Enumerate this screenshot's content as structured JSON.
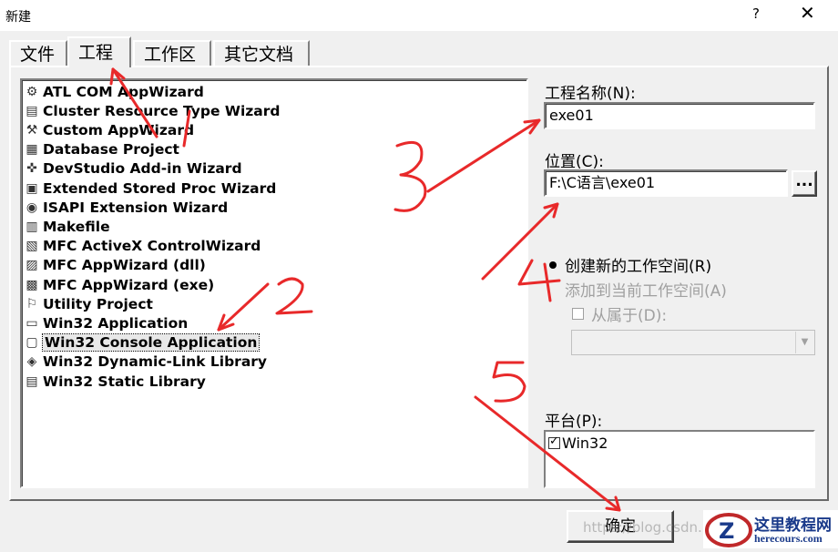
{
  "window": {
    "title": "新建",
    "help": "?",
    "close": "✕"
  },
  "tabs": [
    {
      "label": "文件",
      "active": false
    },
    {
      "label": "工程",
      "active": true
    },
    {
      "label": "工作区",
      "active": false
    },
    {
      "label": "其它文档",
      "active": false
    }
  ],
  "project_types": [
    {
      "label": "ATL COM AppWizard",
      "icon": "atl-icon"
    },
    {
      "label": "Cluster Resource Type Wizard",
      "icon": "cluster-icon"
    },
    {
      "label": "Custom AppWizard",
      "icon": "custom-appwizard-icon"
    },
    {
      "label": "Database Project",
      "icon": "database-icon"
    },
    {
      "label": "DevStudio Add-in Wizard",
      "icon": "addin-icon"
    },
    {
      "label": "Extended Stored Proc Wizard",
      "icon": "stored-proc-icon"
    },
    {
      "label": "ISAPI Extension Wizard",
      "icon": "globe-icon"
    },
    {
      "label": "Makefile",
      "icon": "makefile-icon"
    },
    {
      "label": "MFC ActiveX ControlWizard",
      "icon": "activex-icon"
    },
    {
      "label": "MFC AppWizard (dll)",
      "icon": "mfc-dll-icon"
    },
    {
      "label": "MFC AppWizard (exe)",
      "icon": "mfc-exe-icon"
    },
    {
      "label": "Utility Project",
      "icon": "utility-icon"
    },
    {
      "label": "Win32 Application",
      "icon": "win32-app-icon"
    },
    {
      "label": "Win32 Console Application",
      "icon": "console-icon",
      "selected": true
    },
    {
      "label": "Win32 Dynamic-Link Library",
      "icon": "dll-icon"
    },
    {
      "label": "Win32 Static Library",
      "icon": "static-lib-icon"
    }
  ],
  "project_name": {
    "label": "工程名称(N):",
    "value": "exe01"
  },
  "location": {
    "label": "位置(C):",
    "value": "F:\\C语言\\exe01",
    "browse": "..."
  },
  "workspace_options": {
    "create_new": "创建新的工作空间(R)",
    "add_current": "添加到当前工作空间(A)",
    "dependency": "从属于(D):"
  },
  "platform": {
    "label": "平台(P):",
    "items": [
      {
        "label": "Win32",
        "checked": true
      }
    ]
  },
  "ok_button": "确定",
  "watermark": "https://blog.csdn.ne",
  "logo": {
    "name": "这里教程网",
    "url": "herecours.com"
  },
  "annotations": [
    "1",
    "2",
    "3",
    "4",
    "5"
  ],
  "colors": {
    "annotation": "#e8292a",
    "selection": "#e8e8e8",
    "logo": "#1a3a8a"
  }
}
